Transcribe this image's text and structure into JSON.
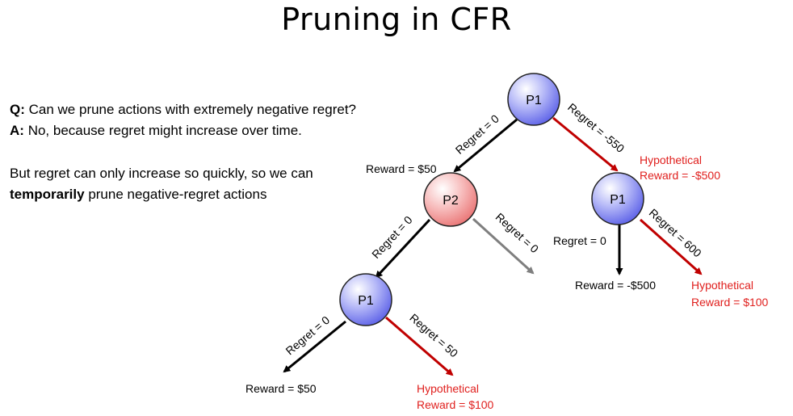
{
  "title": "Pruning in CFR",
  "qa": {
    "q_label": "Q:",
    "q_text": "Can we prune actions with extremely negative regret?",
    "a_label": "A:",
    "a_text": "No, because regret might increase over time."
  },
  "note": {
    "part1": "But regret can only increase so quickly, so we can ",
    "emphasis": "temporarily",
    "part2": " prune negative-regret actions"
  },
  "nodes": {
    "root": "P1",
    "p2": "P2",
    "right_p1": "P1",
    "bottom_p1": "P1"
  },
  "edges": {
    "root_to_p2": "Regret = 0",
    "root_to_right": "Regret = -550",
    "p2_to_p1": "Regret = 0",
    "p2_to_pruned": "Regret = 0",
    "right_down": "Regret = 0",
    "right_to_hyp": "Regret = 600",
    "p1_left": "Regret = 0",
    "p1_right": "Regret = 50"
  },
  "rewards": {
    "p2_reward": "Reward = $50",
    "right_hyp_line1": "Hypothetical",
    "right_hyp_line2": "Reward = -$500",
    "right_down_reward": "Reward = -$500",
    "right_hyp2_line1": "Hypothetical",
    "right_hyp2_line2": "Reward = $100",
    "bottom_left_reward": "Reward = $50",
    "bottom_hyp_line1": "Hypothetical",
    "bottom_hyp_line2": "Reward = $100"
  },
  "colors": {
    "blue_node": "#7a7ef0",
    "red_node": "#f08a8a",
    "red_edge": "#c00000",
    "gray_edge": "#7f7f7f",
    "red_text": "#e0201e"
  }
}
